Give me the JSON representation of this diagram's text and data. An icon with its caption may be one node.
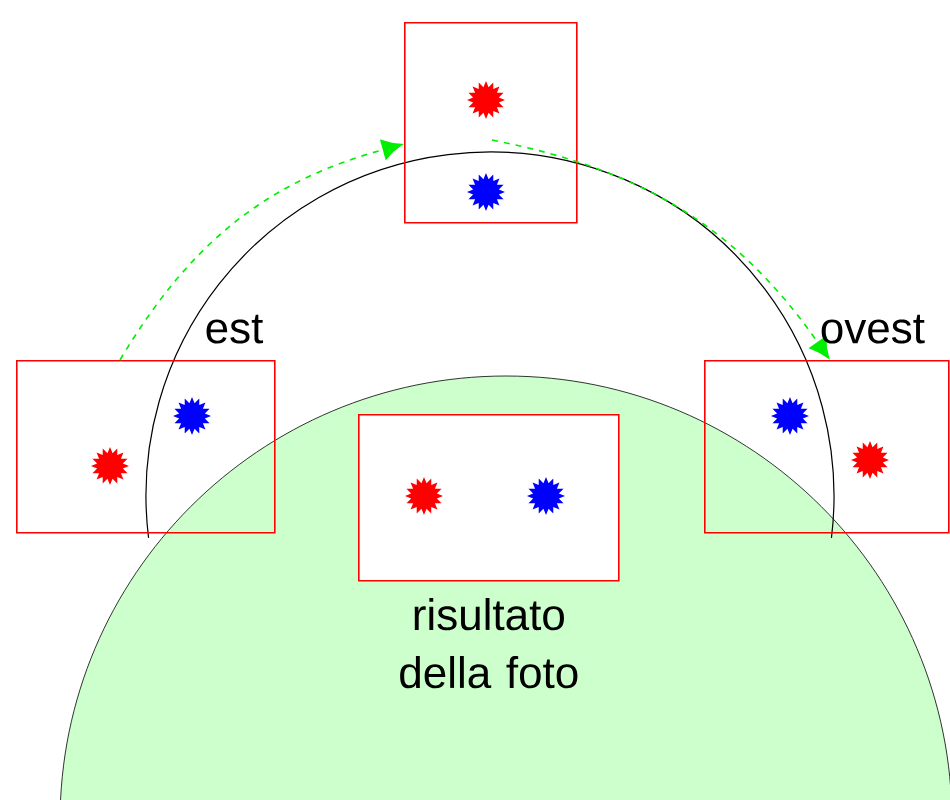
{
  "diagram": {
    "nodes": [
      {
        "text": [],
        "shape": "box"
      },
      {
        "text": [],
        "shape": "box",
        "beside": [
          "est"
        ]
      },
      {
        "text": [],
        "shape": "box",
        "beside": [
          "ovest"
        ]
      },
      {
        "text": [],
        "shape": "circle"
      },
      {
        "text": [],
        "shape": "box",
        "in": 3,
        "beside": [
          "risultato della foto"
        ]
      }
    ],
    "edges": [
      {
        "from": 1,
        "to": 0,
        "arrow": "to",
        "style": "dashed",
        "color": "#00ee00"
      },
      {
        "from": 0,
        "to": 2,
        "arrow": "to",
        "style": "dashed",
        "color": "#00ee00"
      }
    ]
  }
}
